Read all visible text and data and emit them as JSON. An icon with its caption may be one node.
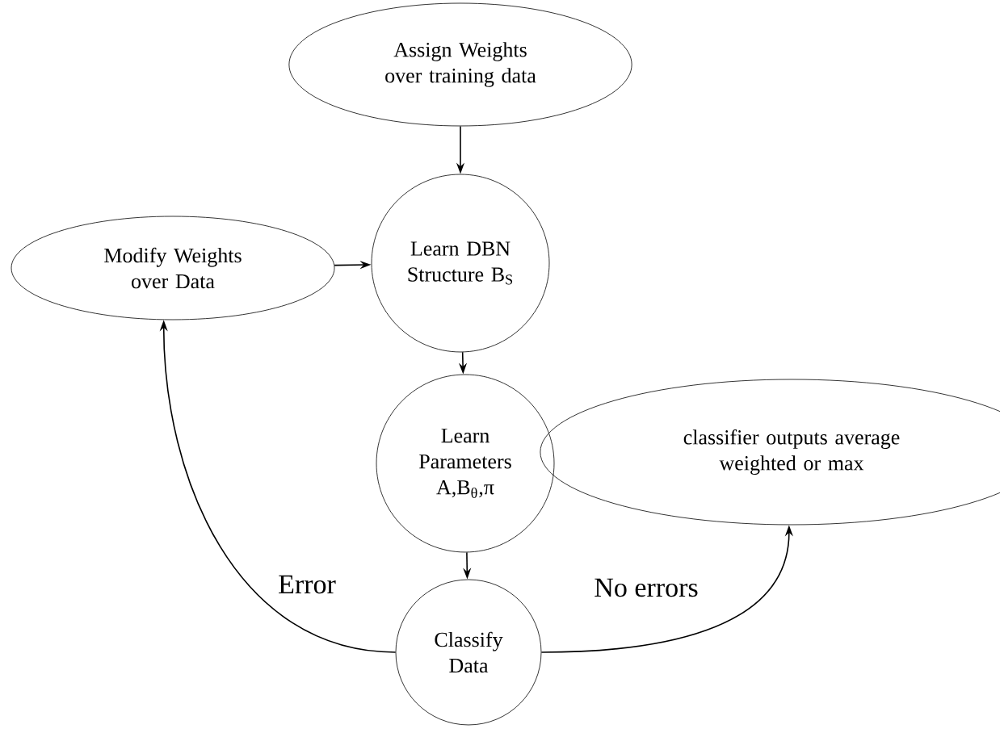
{
  "diagram": {
    "nodes": [
      {
        "text": [
          "Assign Weights over training data"
        ]
      },
      {
        "text": [
          "Learn DBN Structure B$_{S}$"
        ]
      },
      {
        "text": [
          "Modify Weights over Data"
        ]
      },
      {
        "text": [
          "Learn Parameters A,B$_{θ}$,π"
        ]
      },
      {
        "text": [
          "classifier outputs average weighted or max"
        ]
      },
      {
        "text": [
          "Classify Data"
        ]
      }
    ],
    "edges": [
      {
        "from": 0,
        "to": 1,
        "arrow": "to"
      },
      {
        "from": 2,
        "to": 1,
        "arrow": "to"
      },
      {
        "from": 1,
        "to": 3,
        "arrow": "to"
      },
      {
        "from": 3,
        "to": 5,
        "arrow": "to"
      },
      {
        "from": 5,
        "to": 2,
        "arrow": "to",
        "label": "Error"
      },
      {
        "from": 5,
        "to": 4,
        "arrow": "to",
        "label": "No errors"
      }
    ]
  }
}
